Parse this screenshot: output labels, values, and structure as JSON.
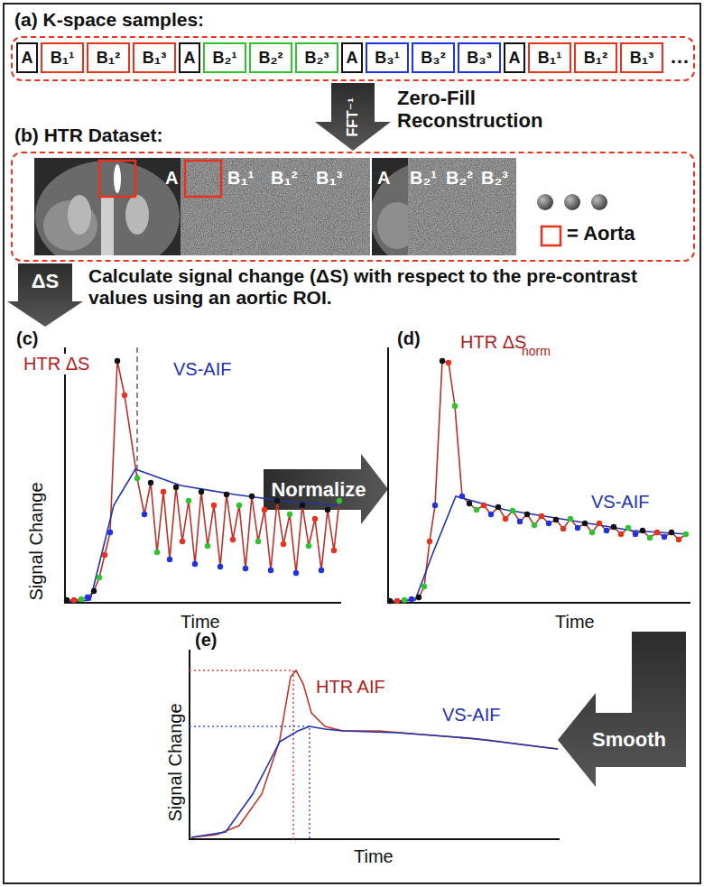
{
  "diagram": {
    "nodes": [
      {
        "text": [
          "(a) K-space samples:"
        ]
      },
      {
        "text": [
          "A"
        ],
        "in": 0
      },
      {
        "text": [
          "B₁¹"
        ],
        "in": 0
      },
      {
        "text": [
          "B₁²"
        ],
        "in": 0
      },
      {
        "text": [
          "B₁³"
        ],
        "in": 0
      },
      {
        "text": [
          "A"
        ],
        "in": 0
      },
      {
        "text": [
          "B₂¹"
        ],
        "in": 0
      },
      {
        "text": [
          "B₂²"
        ],
        "in": 0
      },
      {
        "text": [
          "B₂³"
        ],
        "in": 0
      },
      {
        "text": [
          "A"
        ],
        "in": 0
      },
      {
        "text": [
          "B₃¹"
        ],
        "in": 0
      },
      {
        "text": [
          "B₃²"
        ],
        "in": 0
      },
      {
        "text": [
          "B₃³"
        ],
        "in": 0
      },
      {
        "text": [
          "A"
        ],
        "in": 0
      },
      {
        "text": [
          "B₁¹"
        ],
        "in": 0
      },
      {
        "text": [
          "B₁²"
        ],
        "in": 0
      },
      {
        "text": [
          "B₁³"
        ],
        "in": 0
      },
      {
        "text": [
          "(b) HTR Dataset:"
        ]
      }
    ],
    "edges": [
      {
        "from": 0,
        "to": 17,
        "arrow": "to",
        "label": "FFT⁻¹"
      }
    ],
    "labels": [
      "…",
      "Zero-Fill Reconstruction",
      "A",
      "B₁¹",
      "B₁²",
      "B₁³",
      "A",
      "B₂¹",
      "B₂²",
      "B₂³",
      "ΔS",
      "Calculate signal change (ΔS) with respect to the pre-contrast values using an aortic ROI.",
      "(c)",
      "Signal Change",
      "HTR ΔS",
      "VS-AIF",
      "Time",
      "Normalize",
      "(d)",
      "HTR ΔS",
      "norm",
      "VS-AIF",
      "Time",
      "Smooth",
      "(e)",
      "Signal Change",
      "HTR AIF",
      "VS-AIF",
      "Time"
    ],
    "legend": [
      {
        "text": "= Aorta"
      }
    ]
  }
}
